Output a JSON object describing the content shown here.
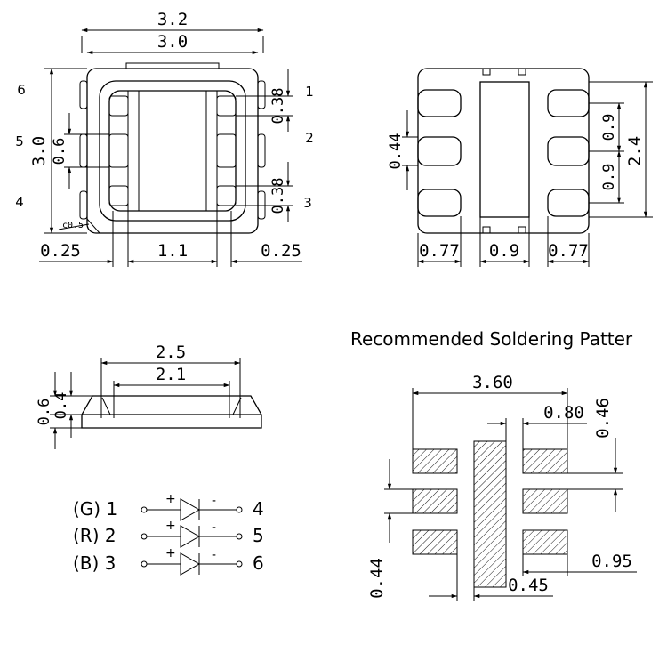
{
  "top_view": {
    "dims": {
      "width_outer": "3.2",
      "width_body": "3.0",
      "height_body": "3.0",
      "pad_pitch_a": "0.38",
      "pad_pitch_b": "0.38",
      "pad_height": "0.6",
      "edge_left": "0.25",
      "center_width": "1.1",
      "edge_right": "0.25",
      "chamfer": "c0.5"
    },
    "pins_left": [
      "6",
      "5",
      "4"
    ],
    "pins_right": [
      "1",
      "2",
      "3"
    ]
  },
  "bottom_view": {
    "dims": {
      "pad_gap": "0.44",
      "pitch_top": "0.9",
      "pitch_bottom": "0.9",
      "height": "2.4",
      "pad_left": "0.77",
      "center": "0.9",
      "pad_right": "0.77"
    }
  },
  "side_view": {
    "dims": {
      "length_total": "2.5",
      "length_top": "2.1",
      "height_total": "0.6",
      "height_lens": "0.4"
    }
  },
  "circuit": {
    "rows": [
      {
        "name": "(G) 1",
        "out": "4",
        "plus": "+",
        "minus": "-"
      },
      {
        "name": "(R) 2",
        "out": "5",
        "plus": "+",
        "minus": "-"
      },
      {
        "name": "(B) 3",
        "out": "6",
        "plus": "+",
        "minus": "-"
      }
    ]
  },
  "solder": {
    "title": "Recommended Soldering Patter",
    "dims": {
      "width": "3.60",
      "pad_to_center": "0.80",
      "top_offset": "0.46",
      "pad_gap": "0.44",
      "pad_width": "0.95",
      "center_width": "0.45"
    }
  }
}
